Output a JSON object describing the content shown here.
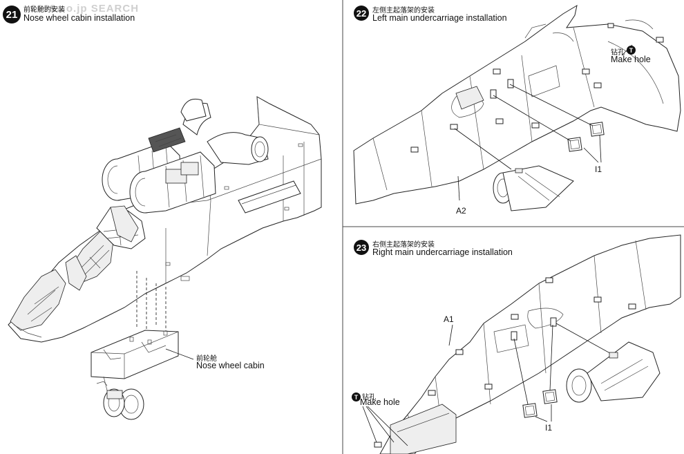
{
  "watermark": "1999.co.jp  SEARCH",
  "divider_color": "#444444",
  "steps": [
    {
      "number": "21",
      "title_cn": "前轮舱的安装",
      "title_en": "Nose wheel cabin installation",
      "callouts": [
        {
          "cn": "前轮舱",
          "en": "Nose wheel cabin"
        }
      ]
    },
    {
      "number": "22",
      "title_cn": "左侧主起落架的安装",
      "title_en": "Left main undercarriage installation",
      "callouts": [
        {
          "cn": "钻孔",
          "en": "Make hole",
          "icon": "T"
        }
      ],
      "parts": [
        "I1",
        "A2"
      ]
    },
    {
      "number": "23",
      "title_cn": "右侧主起落架的安装",
      "title_en": "Right main undercarriage installation",
      "callouts": [
        {
          "cn": "钻孔",
          "en": "Make hole",
          "icon": "T"
        }
      ],
      "parts": [
        "A1",
        "I1"
      ]
    }
  ]
}
